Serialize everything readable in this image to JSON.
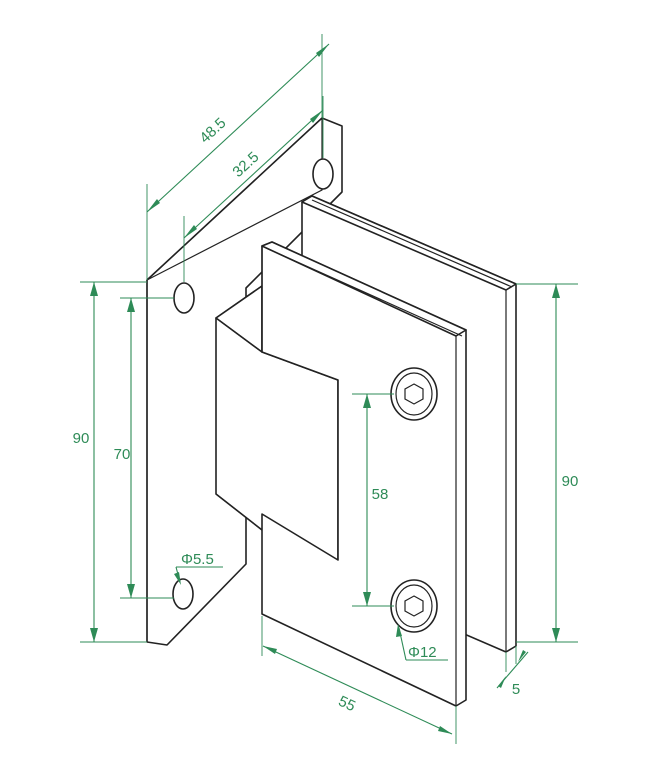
{
  "dimensions": {
    "back_plate_width": "48.5",
    "hole_spacing_horizontal": "32.5",
    "back_plate_height": "90",
    "hole_spacing_vertical": "70",
    "wall_hole_diameter": "Φ5.5",
    "screw_spacing": "58",
    "glass_plate_height": "90",
    "screw_head_diameter": "Φ12",
    "glass_plate_width": "55",
    "plate_thickness": "5"
  },
  "colors": {
    "dimension": "#2e8b57",
    "outline": "#222222",
    "background": "#ffffff"
  }
}
